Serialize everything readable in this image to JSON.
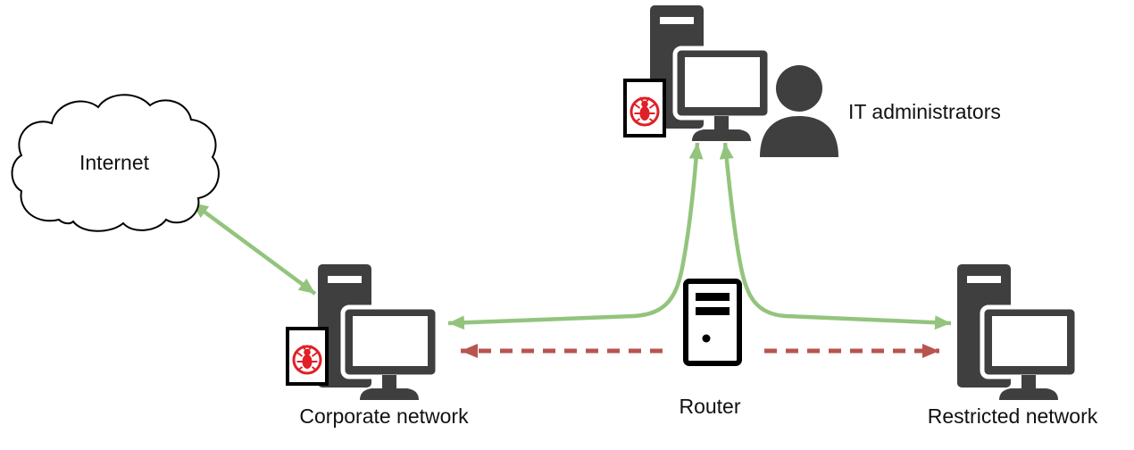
{
  "diagram": {
    "nodes": {
      "internet": {
        "label": "Internet",
        "icon": "cloud-icon"
      },
      "corporate": {
        "label": "Corporate network",
        "icon": "workstation-icon",
        "badge": "malware-file-icon"
      },
      "it_admins": {
        "label": "IT administrators",
        "icon": "workstation-icon",
        "badge": "malware-file-icon",
        "extra_icon": "person-icon"
      },
      "router": {
        "label": "Router",
        "icon": "router-icon"
      },
      "restricted": {
        "label": "Restricted network",
        "icon": "workstation-icon"
      }
    },
    "links": [
      {
        "from": "internet",
        "to": "corporate",
        "style": "solid",
        "color": "green",
        "arrows": "both"
      },
      {
        "from": "corporate",
        "to": "it_admins",
        "style": "solid",
        "color": "green",
        "arrows": "both"
      },
      {
        "from": "restricted",
        "to": "it_admins",
        "style": "solid",
        "color": "green",
        "arrows": "both"
      },
      {
        "from": "router",
        "to": "corporate",
        "style": "dashed",
        "color": "red",
        "arrows": "end"
      },
      {
        "from": "router",
        "to": "restricted",
        "style": "dashed",
        "color": "red",
        "arrows": "end"
      }
    ],
    "colors": {
      "allowed_link": "#93c47d",
      "blocked_link": "#b85450",
      "icon_dark": "#3f3f3f",
      "malware_red": "#e01f26",
      "outline": "#000000",
      "label_text": "#111111"
    }
  }
}
